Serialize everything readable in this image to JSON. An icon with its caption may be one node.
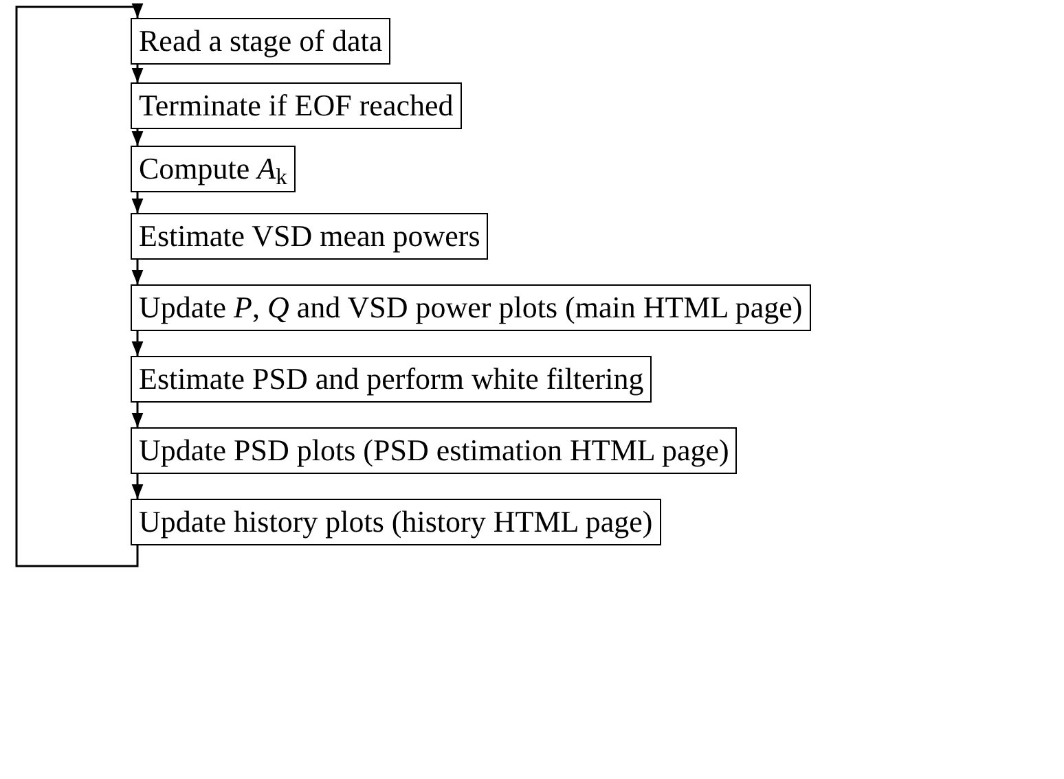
{
  "diagram": {
    "nodes": [
      {
        "text": [
          "Read a stage of data"
        ]
      },
      {
        "text": [
          "Terminate if EOF reached"
        ]
      },
      {
        "text": [
          "Compute *A*$_{k}$"
        ]
      },
      {
        "text": [
          "Estimate VSD mean powers"
        ]
      },
      {
        "text": [
          "Update *P*, *Q* and VSD power plots (main HTML page)"
        ]
      },
      {
        "text": [
          "Estimate PSD and perform white filtering"
        ]
      },
      {
        "text": [
          "Update PSD plots (PSD estimation HTML page)"
        ]
      },
      {
        "text": [
          "Update history plots (history HTML page)"
        ]
      }
    ],
    "edges": [
      {
        "from": 0,
        "to": 1,
        "arrow": "to"
      },
      {
        "from": 1,
        "to": 2,
        "arrow": "to"
      },
      {
        "from": 2,
        "to": 3,
        "arrow": "to"
      },
      {
        "from": 3,
        "to": 4,
        "arrow": "to"
      },
      {
        "from": 4,
        "to": 5,
        "arrow": "to"
      },
      {
        "from": 5,
        "to": 6,
        "arrow": "to"
      },
      {
        "from": 6,
        "to": 7,
        "arrow": "to"
      },
      {
        "from": 7,
        "to": 0,
        "arrow": "to"
      }
    ]
  }
}
